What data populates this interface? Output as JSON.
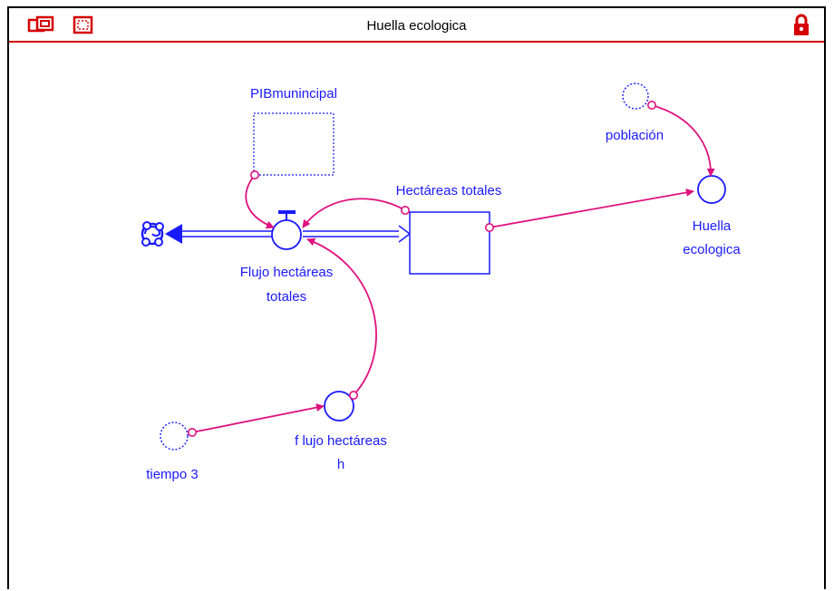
{
  "window": {
    "title": "Huella ecologica",
    "accent_color": "#d40000",
    "icons": [
      "window-layers-icon",
      "dashed-frame-icon",
      "lock-icon"
    ]
  },
  "diagram": {
    "element_color": "#1a1aff",
    "link_color": "#e0107f",
    "stock": {
      "label": "Hectáreas totales"
    },
    "flow": {
      "label_line1": "Flujo hectáreas",
      "label_line2": "totales"
    },
    "cloud_source": {
      "icon": "cloud-icon"
    },
    "converters": {
      "pib": {
        "label": "PIBmunincipal",
        "style": "ghost"
      },
      "poblacion": {
        "label": "población",
        "style": "ghost"
      },
      "huella": {
        "label_line1": "Huella",
        "label_line2": "ecologica"
      },
      "flujo_h": {
        "label_line1": "f lujo hectáreas",
        "label_line2": "h"
      },
      "tiempo": {
        "label": "tiempo 3",
        "style": "ghost"
      }
    }
  }
}
